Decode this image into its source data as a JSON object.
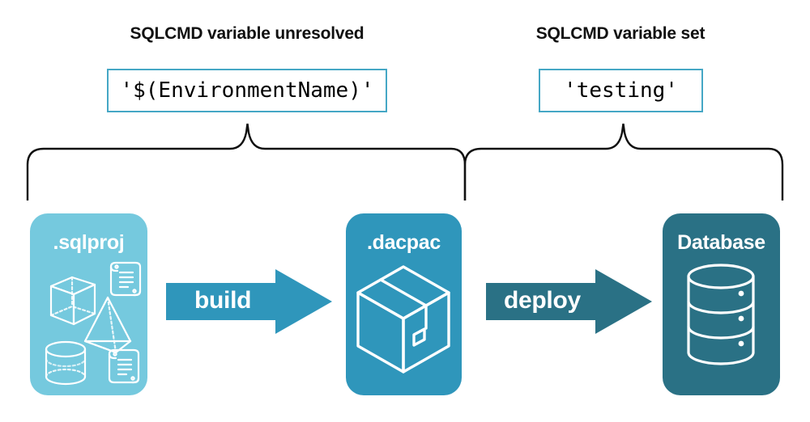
{
  "diagram": {
    "title_left": "SQLCMD variable unresolved",
    "title_right": "SQLCMD variable set",
    "value_left": "'$(EnvironmentName)'",
    "value_right": "'testing'",
    "stages": [
      {
        "id": "sqlproj",
        "label": ".sqlproj",
        "color": "#75c9de",
        "art": "project-shapes-icon"
      },
      {
        "id": "dacpac",
        "label": ".dacpac",
        "color": "#2f96bb",
        "art": "package-box-icon"
      },
      {
        "id": "database",
        "label": "Database",
        "color": "#2a7185",
        "art": "database-cylinder-icon"
      }
    ],
    "arrows": [
      {
        "id": "build",
        "label": "build",
        "color": "#2f96bb"
      },
      {
        "id": "deploy",
        "label": "deploy",
        "color": "#2a7185"
      }
    ],
    "brace_left_span": "sqlproj-to-dacpac",
    "brace_right_span": "dacpac-to-database",
    "colors": {
      "light_blue": "#75c9de",
      "mid_teal": "#2f96bb",
      "dark_teal": "#2a7185",
      "box_border": "#45a7c5",
      "text": "#111111",
      "background": "#ffffff",
      "brace_stroke": "#000000"
    }
  }
}
